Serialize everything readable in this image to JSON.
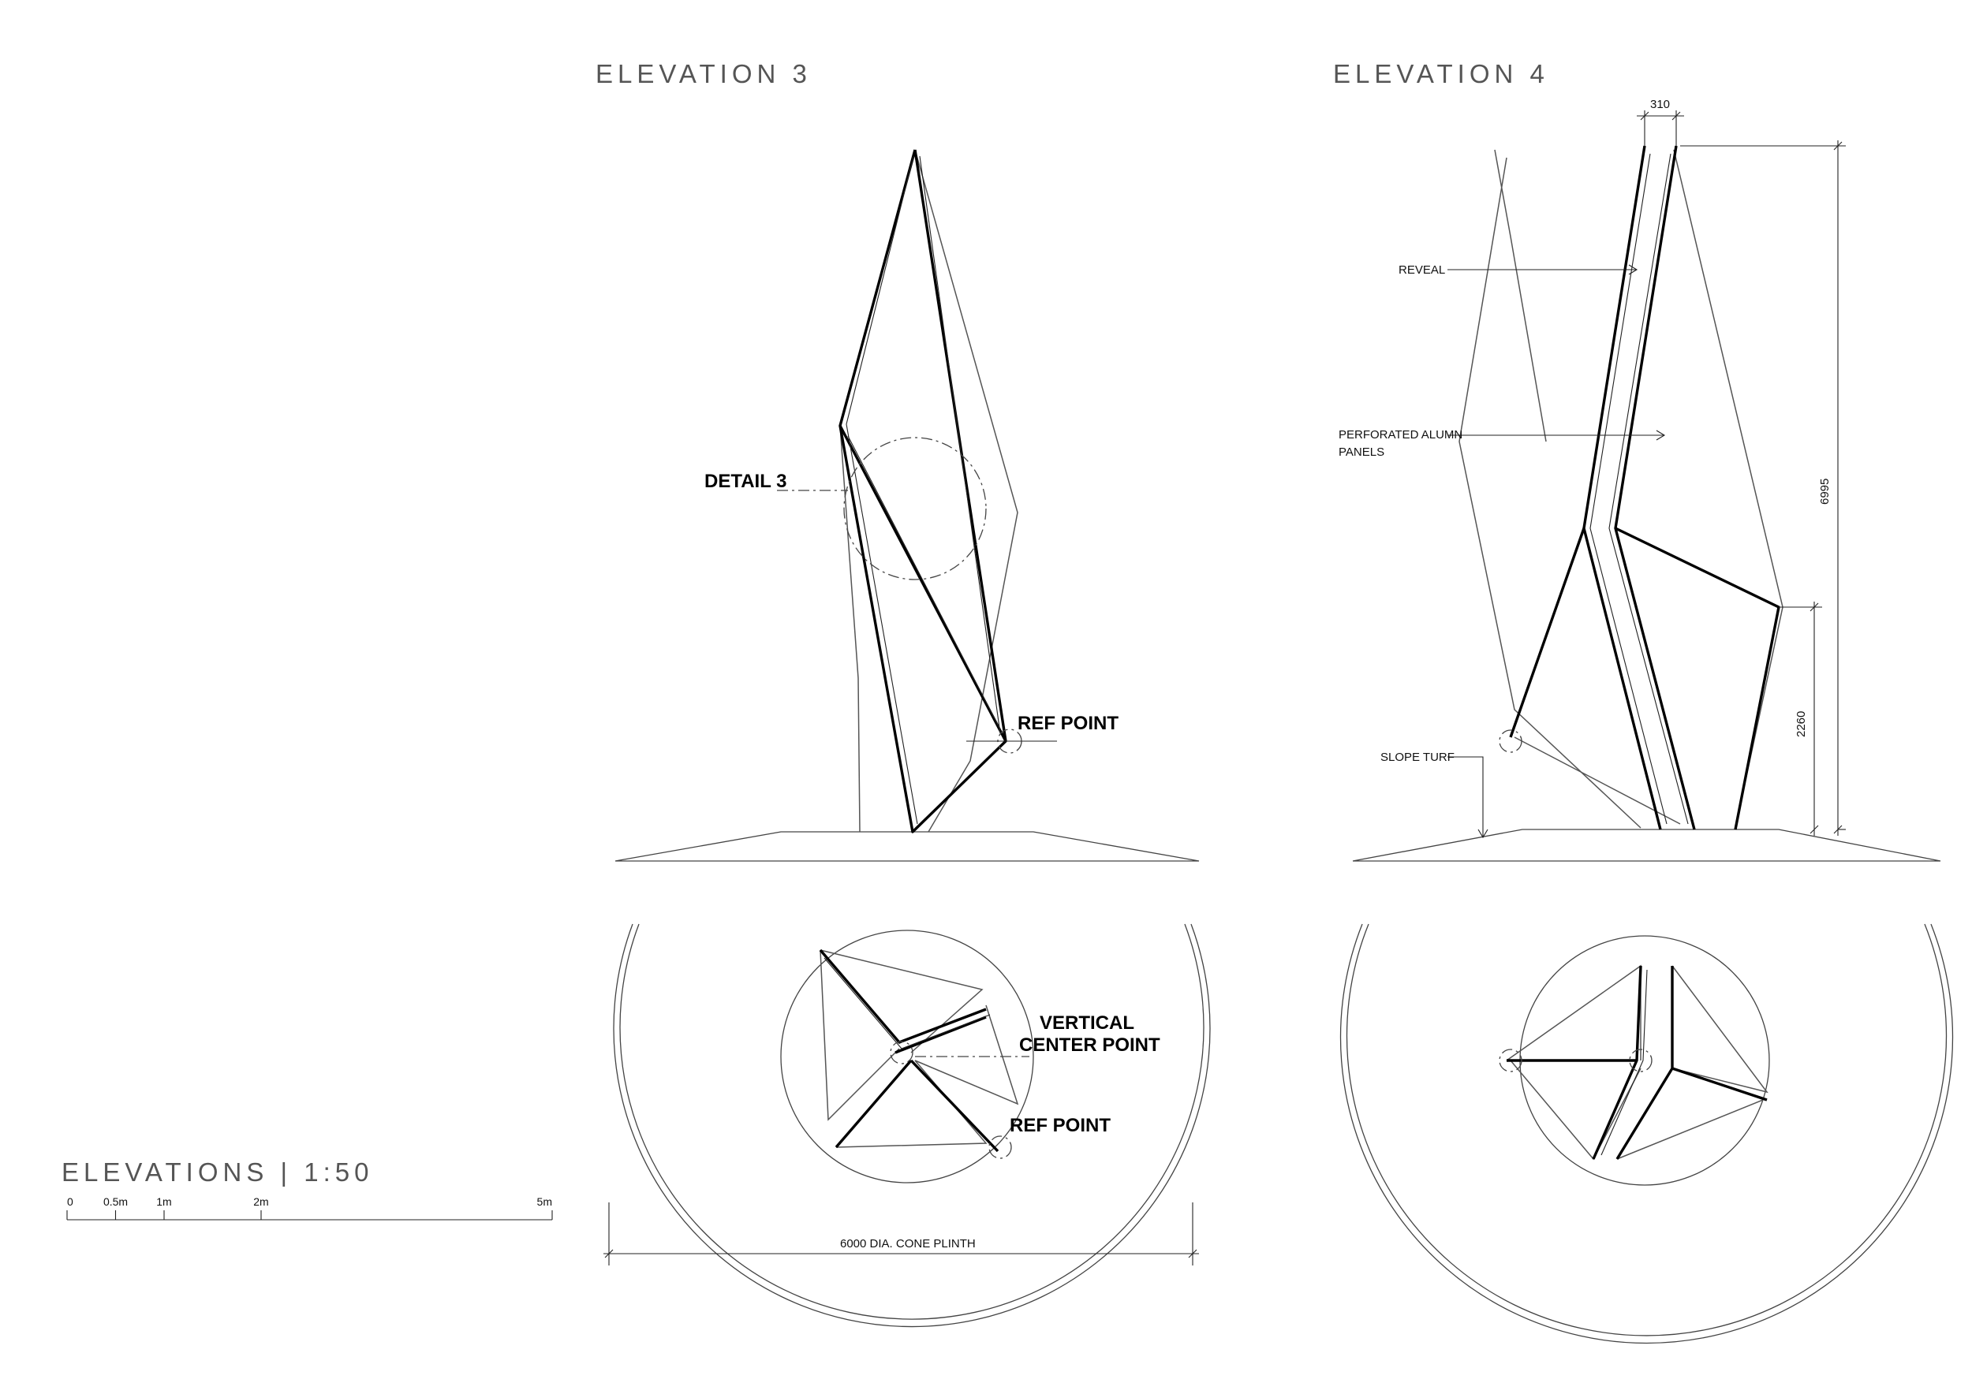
{
  "elevation3": {
    "title": "ELEVATION 3",
    "detail_label": "DETAIL 3",
    "ref_point_label": "REF POINT"
  },
  "elevation4": {
    "title": "ELEVATION 4",
    "reveal_label": "REVEAL",
    "panels_label_line1": "PERFORATED ALUMN",
    "panels_label_line2": "PANELS",
    "slope_turf_label": "SLOPE TURF",
    "dim_width": "310",
    "dim_height_total": "6995",
    "dim_height_lower": "2260"
  },
  "plan3": {
    "vertical_center_line1": "VERTICAL",
    "vertical_center_line2": "CENTER POINT",
    "ref_point_label": "REF POINT",
    "plinth_dim_label": "6000 DIA. CONE PLINTH"
  },
  "scale_bar": {
    "title": "ELEVATIONS | 1:50",
    "ticks": [
      {
        "label": "0",
        "meters": 0
      },
      {
        "label": "0.5m",
        "meters": 0.5
      },
      {
        "label": "1m",
        "meters": 1
      },
      {
        "label": "2m",
        "meters": 2
      },
      {
        "label": "5m",
        "meters": 5
      }
    ]
  }
}
